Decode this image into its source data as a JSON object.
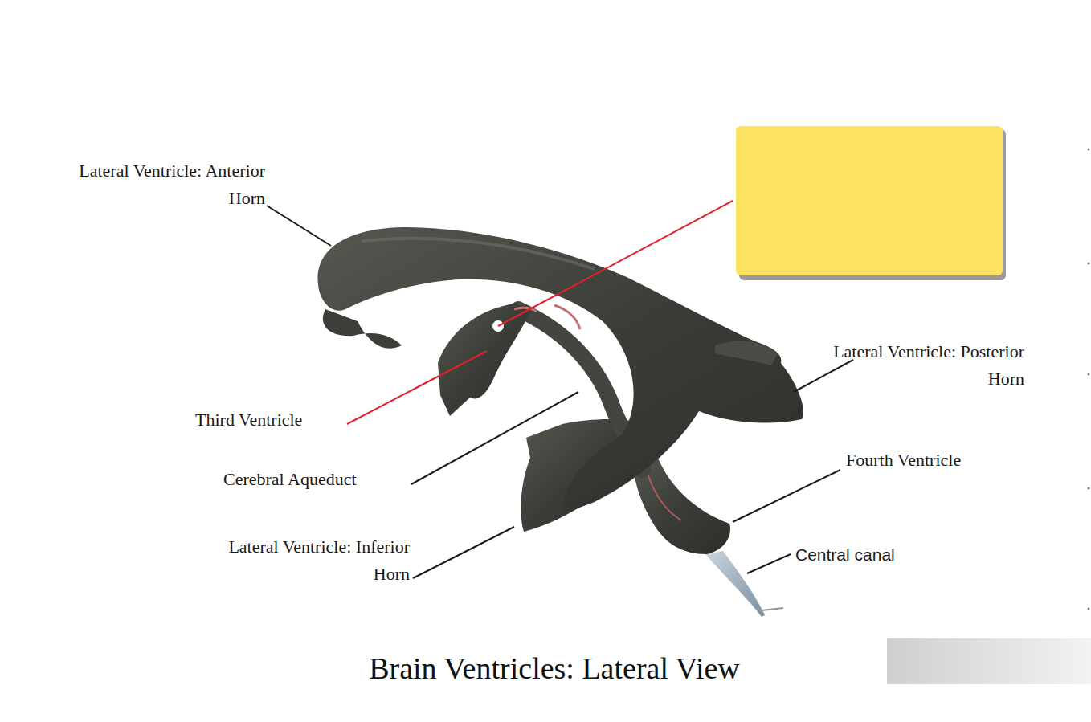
{
  "diagram": {
    "title": "Brain Ventricles: Lateral View",
    "labels": [
      "Lateral Ventricle: Anterior Horn",
      "Lateral Ventricle: Posterior Horn",
      "Third Ventricle",
      "Cerebral Aqueduct",
      "Lateral Ventricle: Inferior Horn",
      "Fourth Ventricle",
      "Central canal"
    ]
  }
}
